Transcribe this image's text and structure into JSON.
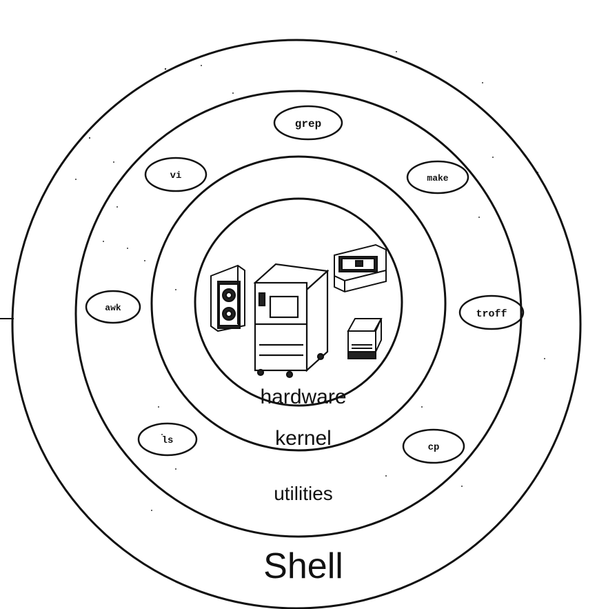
{
  "layers": {
    "shell": "Shell",
    "utilities": "utilities",
    "kernel": "kernel",
    "hardware": "hardware"
  },
  "utilities_list": [
    "grep",
    "make",
    "troff",
    "cp",
    "ls",
    "awk",
    "vi"
  ],
  "colors": {
    "ink": "#111111",
    "paper": "#ffffff"
  },
  "icons": [
    "disk-drive-icon",
    "server-cabinet-icon",
    "terminal-icon",
    "printer-icon"
  ]
}
